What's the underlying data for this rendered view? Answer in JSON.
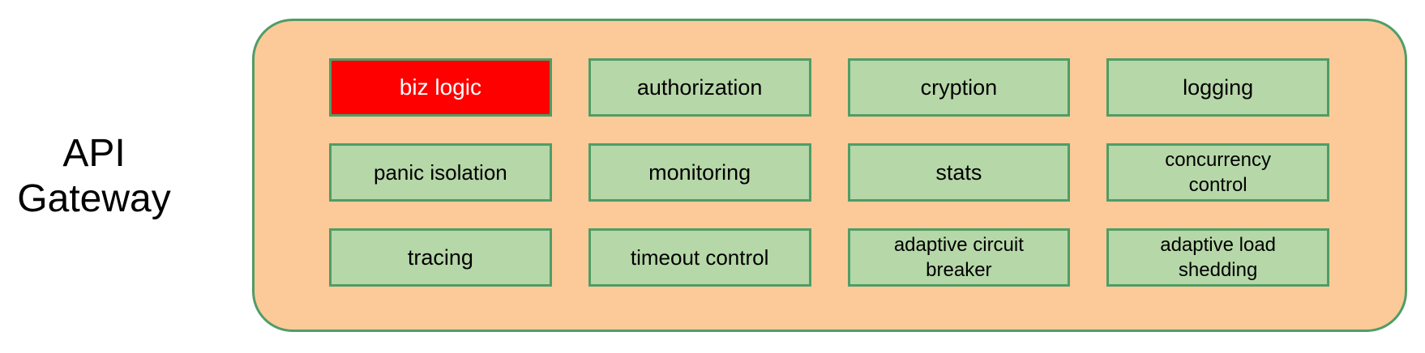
{
  "gateway": {
    "label": "API\nGateway",
    "colors": {
      "container_fill": "#FBCA98",
      "box_fill": "#B6D7A8",
      "border_green": "#4F9D66",
      "highlight_fill": "#FF0000",
      "highlight_text": "#FFFFFF",
      "label_text": "#000000"
    },
    "boxes": [
      {
        "id": "biz-logic",
        "label": "biz logic",
        "variant": "highlight",
        "size": ""
      },
      {
        "id": "authorization",
        "label": "authorization",
        "variant": "",
        "size": ""
      },
      {
        "id": "cryption",
        "label": "cryption",
        "variant": "",
        "size": ""
      },
      {
        "id": "logging",
        "label": "logging",
        "variant": "",
        "size": ""
      },
      {
        "id": "panic-isolation",
        "label": "panic isolation",
        "variant": "",
        "size": "md"
      },
      {
        "id": "monitoring",
        "label": "monitoring",
        "variant": "",
        "size": ""
      },
      {
        "id": "stats",
        "label": "stats",
        "variant": "",
        "size": ""
      },
      {
        "id": "concurrency-control",
        "label": "concurrency\ncontrol",
        "variant": "",
        "size": "sm"
      },
      {
        "id": "tracing",
        "label": "tracing",
        "variant": "",
        "size": ""
      },
      {
        "id": "timeout-control",
        "label": "timeout control",
        "variant": "",
        "size": "md"
      },
      {
        "id": "adaptive-circuit-breaker",
        "label": "adaptive circuit\nbreaker",
        "variant": "",
        "size": "sm"
      },
      {
        "id": "adaptive-load-shedding",
        "label": "adaptive load\nshedding",
        "variant": "",
        "size": "sm"
      }
    ]
  }
}
